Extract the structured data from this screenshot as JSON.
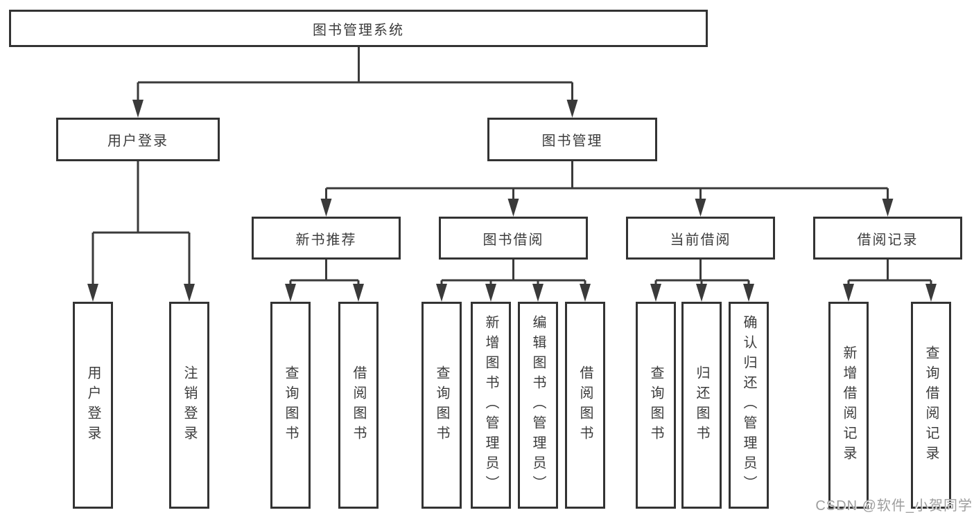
{
  "colors": {
    "line": "#3a3a3a",
    "box-border": "#333333",
    "text": "#3c3c3c",
    "background": "#ffffff",
    "watermark": "#9e9e9e"
  },
  "watermark": "CSDN @软件_小贺同学",
  "tree": {
    "label": "图书管理系统",
    "children": [
      {
        "label": "用户登录",
        "children": [
          {
            "label": "用户登录"
          },
          {
            "label": "注销登录"
          }
        ]
      },
      {
        "label": "图书管理",
        "children": [
          {
            "label": "新书推荐",
            "children": [
              {
                "label": "查询图书"
              },
              {
                "label": "借阅图书"
              }
            ]
          },
          {
            "label": "图书借阅",
            "children": [
              {
                "label": "查询图书"
              },
              {
                "label": "新增图书（管理员）"
              },
              {
                "label": "编辑图书（管理员）"
              },
              {
                "label": "借阅图书"
              }
            ]
          },
          {
            "label": "当前借阅",
            "children": [
              {
                "label": "查询图书"
              },
              {
                "label": "归还图书"
              },
              {
                "label": "确认归还（管理员）"
              }
            ]
          },
          {
            "label": "借阅记录",
            "children": [
              {
                "label": "新增借阅记录"
              },
              {
                "label": "查询借阅记录"
              }
            ]
          }
        ]
      }
    ]
  }
}
